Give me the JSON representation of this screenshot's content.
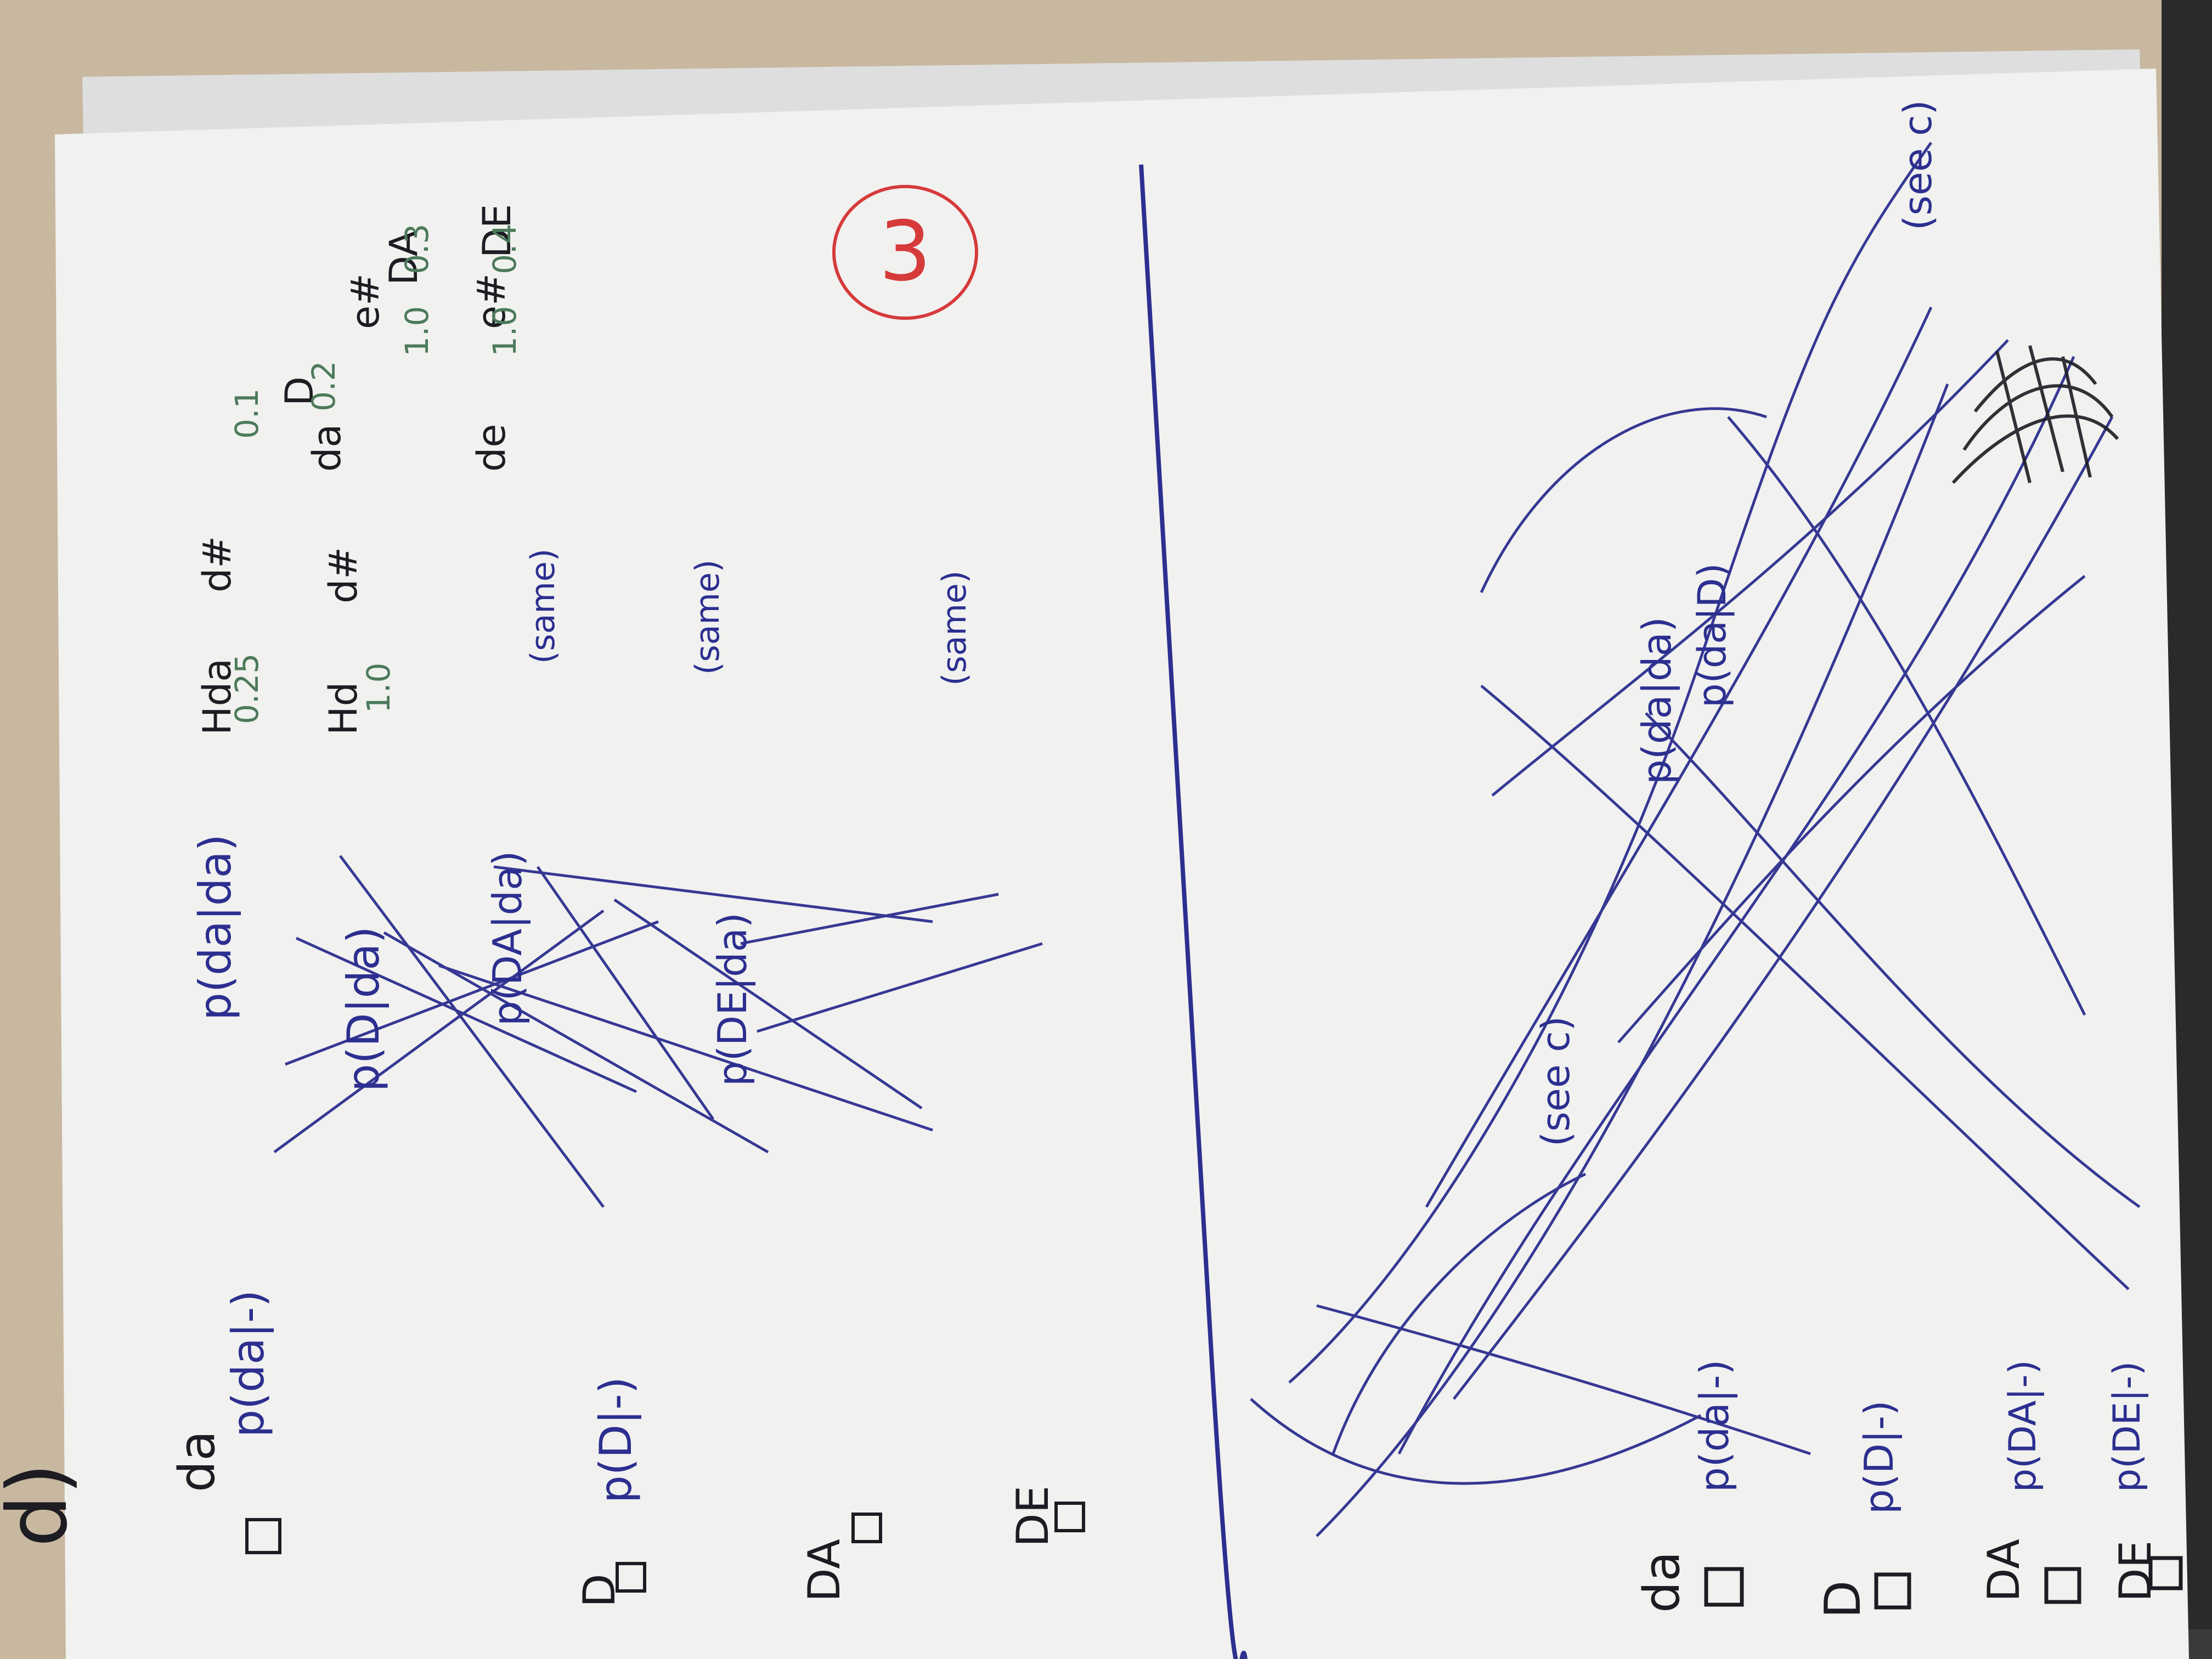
{
  "scene": {
    "description_tag": "photo-of-handwritten-notes"
  },
  "colors": {
    "desk": "#c8b8a0",
    "paper": "#f1f1f0",
    "paper_shadow": "#dedede",
    "ink_blue": "#2c2f8f",
    "ink_black": "#1c1c22",
    "ink_green": "#4c7a5a",
    "ink_red": "#d63a3a",
    "dark_corner": "#2a2a2a"
  },
  "labels": {
    "part": "d)",
    "page_number": "3",
    "left_rows": {
      "row1": "da",
      "row2": "D",
      "row3": "DA",
      "row4": "DE"
    },
    "right_rows": {
      "row1": "da",
      "row2": "D",
      "row3": "DA",
      "row4": "DE"
    },
    "probabilities_left": {
      "p1": "p(da|-)",
      "p2": "p(D|-)",
      "p3": "p(da|da)",
      "p4": "p(D|da)",
      "p5": "p(DA|da)",
      "p6": "p(DE|da)"
    },
    "probabilities_right": {
      "p1": "p(da|-)",
      "p2": "p(D|-)",
      "p3": "p(DA|-)",
      "p4": "p(DE|-)",
      "p5": "p(da|da)",
      "p6": "p(da|D)"
    },
    "same_notes": {
      "s1": "(same)",
      "s2": "(same)",
      "s3": "(same)"
    },
    "see_notes": {
      "s1": "(see c)",
      "s2": "(see c)"
    },
    "top_right_values": {
      "v1": "0.25",
      "v2": "1.0",
      "v3": "0.1",
      "v4": "0.2",
      "v5": "1.0",
      "v6": "0.3",
      "v7": "1.0",
      "v8": "0.4"
    },
    "top_right_symbols": {
      "a1": "Hda",
      "a2": "Hd",
      "a3": "d#",
      "a4": "d#",
      "a5": "da",
      "a6": "de",
      "a7": "e#",
      "a8": "e#",
      "a9": "D",
      "a10": "DA",
      "a11": "DE"
    }
  }
}
